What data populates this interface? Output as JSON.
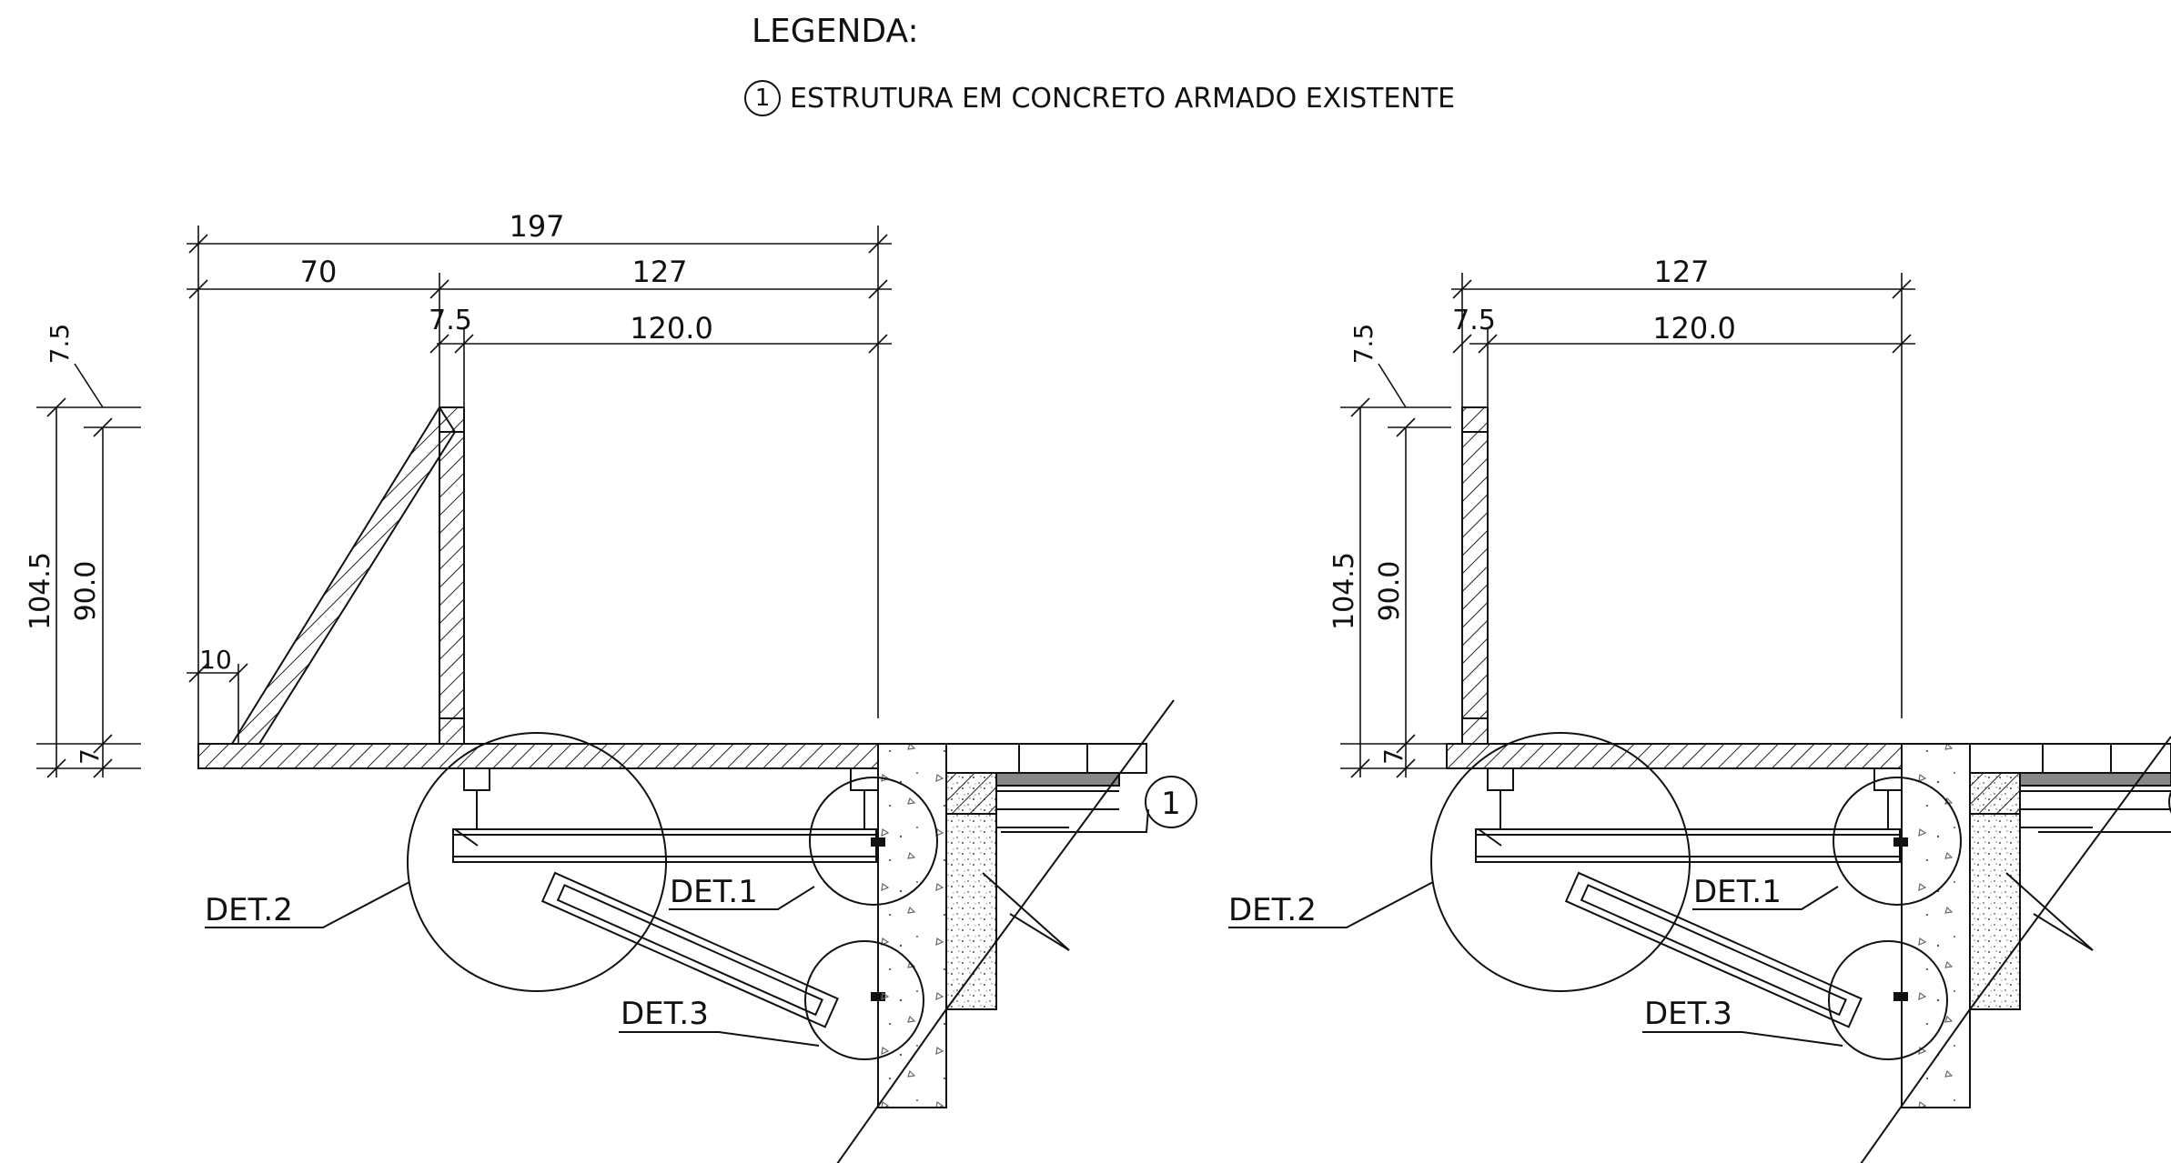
{
  "legend": {
    "title": "LEGENDA:",
    "items": [
      {
        "number": "1",
        "text": "ESTRUTURA EM CONCRETO ARMADO EXISTENTE"
      }
    ]
  },
  "drawing_left": {
    "dims": {
      "total": "197",
      "left": "70",
      "right": "127",
      "post": "7.5",
      "clear": "120.0",
      "height_total": "104.5",
      "height_rail": "90.0",
      "top_post": "7.5",
      "slab": "7",
      "brace_foot": "10"
    },
    "labels": {
      "det1": "DET.1",
      "det2": "DET.2",
      "det3": "DET.3",
      "callout": "1"
    }
  },
  "drawing_right": {
    "dims": {
      "right": "127",
      "post": "7.5",
      "clear": "120.0",
      "height_total": "104.5",
      "height_rail": "90.0",
      "top_post": "7.5",
      "slab": "7"
    },
    "labels": {
      "det1": "DET.1",
      "det2": "DET.2",
      "det3": "DET.3"
    }
  }
}
